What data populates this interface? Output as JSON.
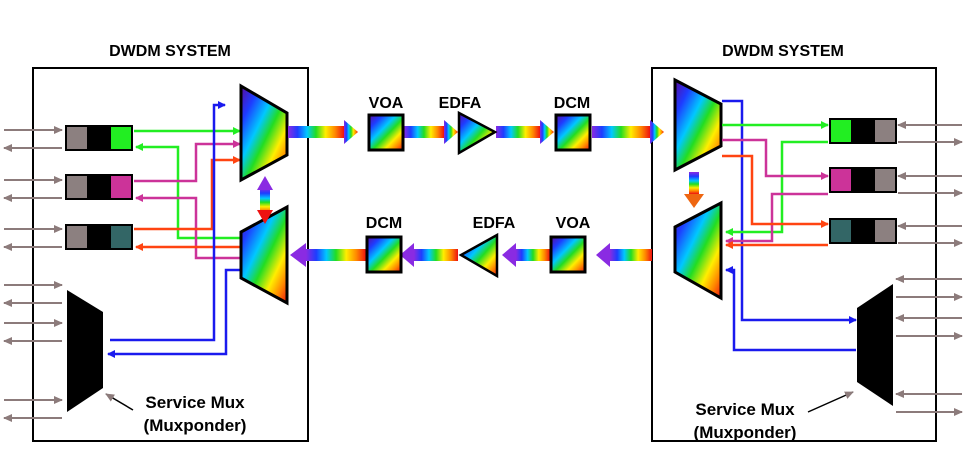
{
  "left_system": {
    "title": "DWDM SYSTEM",
    "service_mux_label": "Service Mux",
    "service_mux_sub": "(Muxponder)"
  },
  "right_system": {
    "title": "DWDM SYSTEM",
    "service_mux_label": "Service Mux",
    "service_mux_sub": "(Muxponder)"
  },
  "top_link": {
    "components": [
      "VOA",
      "EDFA",
      "DCM"
    ]
  },
  "bottom_link": {
    "components": [
      "DCM",
      "EDFA",
      "VOA"
    ]
  },
  "colors": {
    "green": "#22ee22",
    "magenta": "#cc3399",
    "teal": "#336666",
    "red": "#ff4411",
    "blue": "#1a1aee",
    "gray_arrow": "#8c7b7b",
    "transponder_gray": "#8c8080"
  },
  "icons": [
    "mux-trapezoid",
    "demux-trapezoid",
    "voa-square",
    "edfa-triangle",
    "dcm-square",
    "rainbow-arrow"
  ]
}
